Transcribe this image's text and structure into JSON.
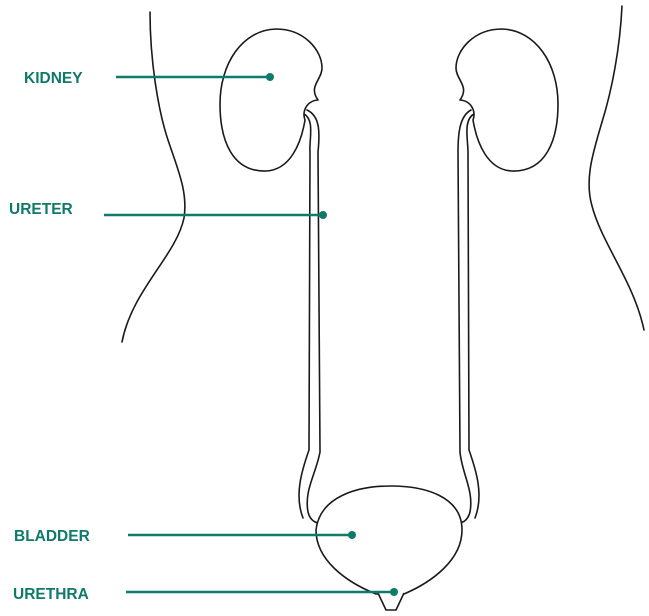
{
  "labels": {
    "kidney": "KIDNEY",
    "ureter": "URETER",
    "bladder": "BLADDER",
    "urethra": "URETHRA"
  },
  "colors": {
    "label_color": "#0f7a6a",
    "outline_color": "#1a1a1a",
    "background": "#ffffff"
  }
}
